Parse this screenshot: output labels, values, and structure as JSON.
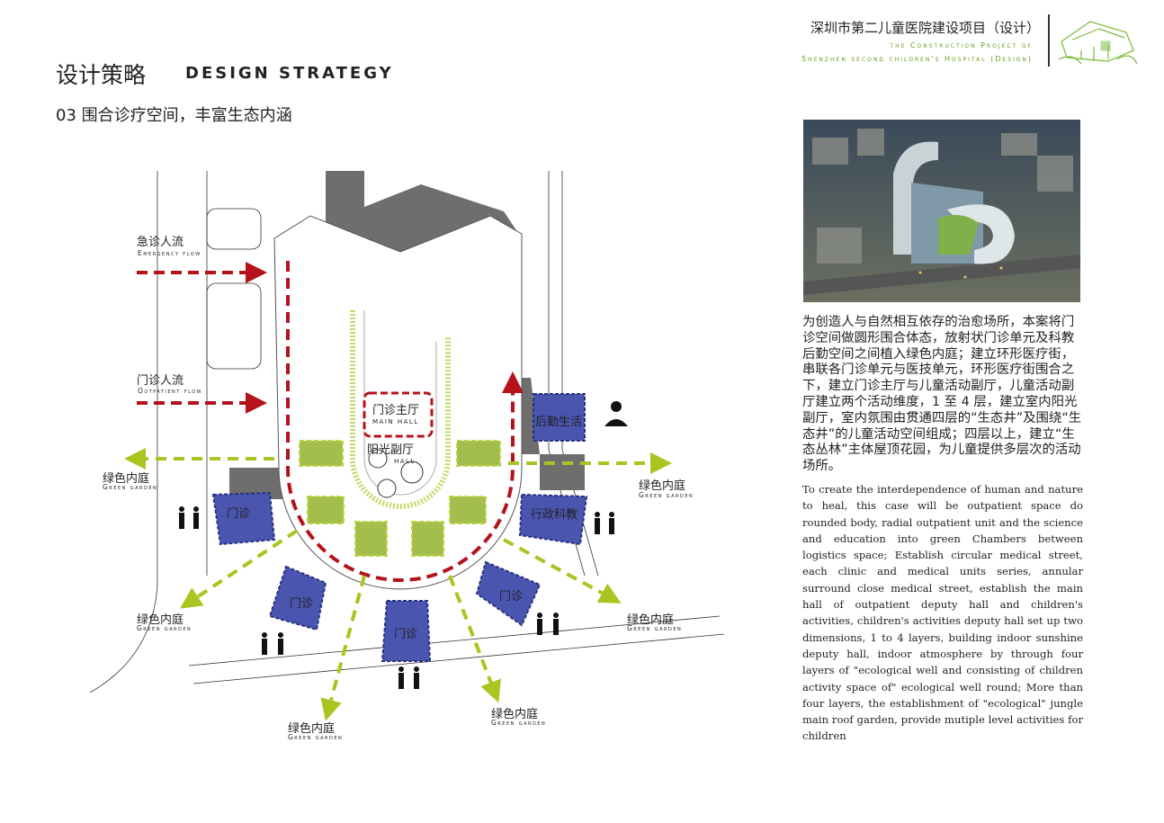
{
  "header": {
    "title_cn": "设计策略",
    "title_en": "DESIGN STRATEGY",
    "subtitle": "03 围合诊疗空间，丰富生态内涵",
    "project_cn": "深圳市第二儿童医院建设项目（设计）",
    "project_en_line1": "the Construction Project of",
    "project_en_line2": "Shenzhen second children's Hospital  (Design)"
  },
  "diagram": {
    "emergency_flow_cn": "急诊人流",
    "emergency_flow_en": "Emergency flow",
    "outpatient_flow_cn": "门诊人流",
    "outpatient_flow_en": "Outpatient flow",
    "main_hall_cn": "门诊主厅",
    "main_hall_en": "MAIN  HALL",
    "sun_hall_cn": "阳光副厅",
    "sun_hall_en": "HALL",
    "logistics": "后勤生活",
    "admin": "行政科教",
    "clinic": "门诊",
    "green_garden_cn": "绿色内庭",
    "green_garden_en": "Green garden",
    "colors": {
      "flow_red": "#b5121b",
      "garden_green": "#a8c520",
      "unit_blue": "#4a55b0",
      "building_gray": "#6e6e6e"
    }
  },
  "description": {
    "cn": "为创造人与自然相互依存的治愈场所，本案将门诊空间做圆形围合体态，放射状门诊单元及科教后勤空间之间植入绿色内庭；建立环形医疗街，串联各门诊单元与医技单元，环形医疗街围合之下，建立门诊主厅与儿童活动副厅，儿童活动副厅建立两个活动维度，1 至 4 层，建立室内阳光副厅，室内氛围由贯通四层的“生态井”及围绕“生态井”的儿童活动空间组成；四层以上，建立“生态丛林”主体屋顶花园，为儿童提供多层次的活动场所。",
    "en": "To create the interdependence of human and nature to heal, this case will be outpatient space do rounded body, radial outpatient unit and the science and education into green Chambers between logistics space; Establish circular medical street, each clinic and medical units series, annular surround close medical street, establish the main hall of outpatient deputy hall and children's activities, children's activities deputy hall set up two dimensions, 1 to 4 layers, building indoor sunshine deputy hall, indoor atmosphere by through four layers of \"ecological well and consisting of children activity space of\" ecological well round; More than four layers, the establishment of \"ecological\" jungle main roof garden, provide mutiple level activities for children"
  }
}
